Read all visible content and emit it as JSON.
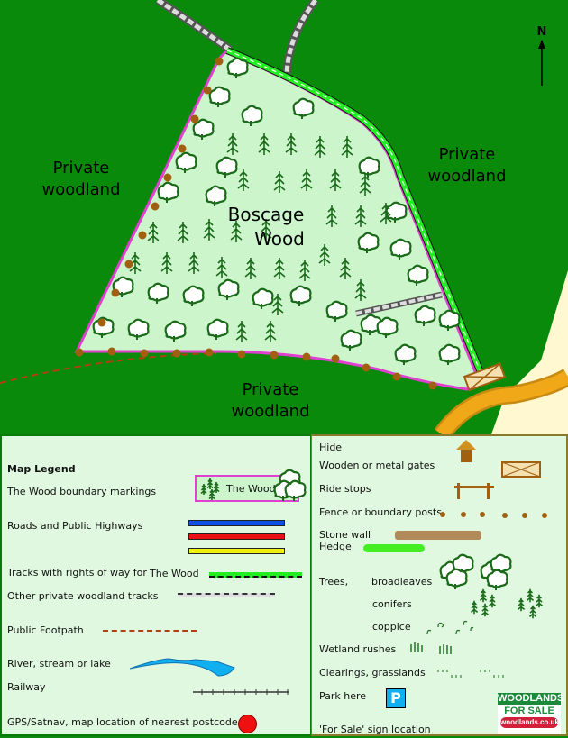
{
  "map": {
    "wood_name_line1": "Boscage",
    "wood_name_line2": "Wood",
    "neighbours": {
      "west": [
        "Private",
        "woodland"
      ],
      "east": [
        "Private",
        "woodland"
      ],
      "south": [
        "Private",
        "woodland"
      ]
    },
    "north_label": "N"
  },
  "legend": {
    "title": "Map Legend",
    "left_items": {
      "boundary": "The Wood boundary markings",
      "boundary_sample": "The Wood",
      "roads": "Roads and Public Highways",
      "tracks_row": "Tracks with rights of way for",
      "tracks_row_name": "The Wood",
      "private_tracks": "Other private woodland tracks",
      "footpath": "Public Footpath",
      "river": "River, stream or lake",
      "railway": "Railway",
      "gps": "GPS/Satnav, map location of nearest postcode"
    },
    "right_items": {
      "hide": "Hide",
      "gates": "Wooden or metal gates",
      "ride_stops": "Ride stops",
      "posts": "Fence or boundary posts",
      "stone_wall": "Stone wall",
      "hedge": "Hedge",
      "trees": "Trees,",
      "broadleaves": "broadleaves",
      "conifers": "conifers",
      "coppice": "coppice",
      "wetland": "Wetland rushes",
      "clearings": "Clearings, grasslands",
      "park": "Park here",
      "park_symbol": "P",
      "for_sale": "'For Sale'  sign location"
    },
    "logo": [
      "WOODLANDS",
      "FOR SALE",
      "woodlands.co.uk"
    ]
  },
  "colors": {
    "background": "#0a8a0a",
    "wood_fill": "#ccf5cc",
    "boundary": "#e040d0",
    "track": "#22dd22",
    "road": "#f0a818",
    "tree": "#1a6a1a"
  }
}
